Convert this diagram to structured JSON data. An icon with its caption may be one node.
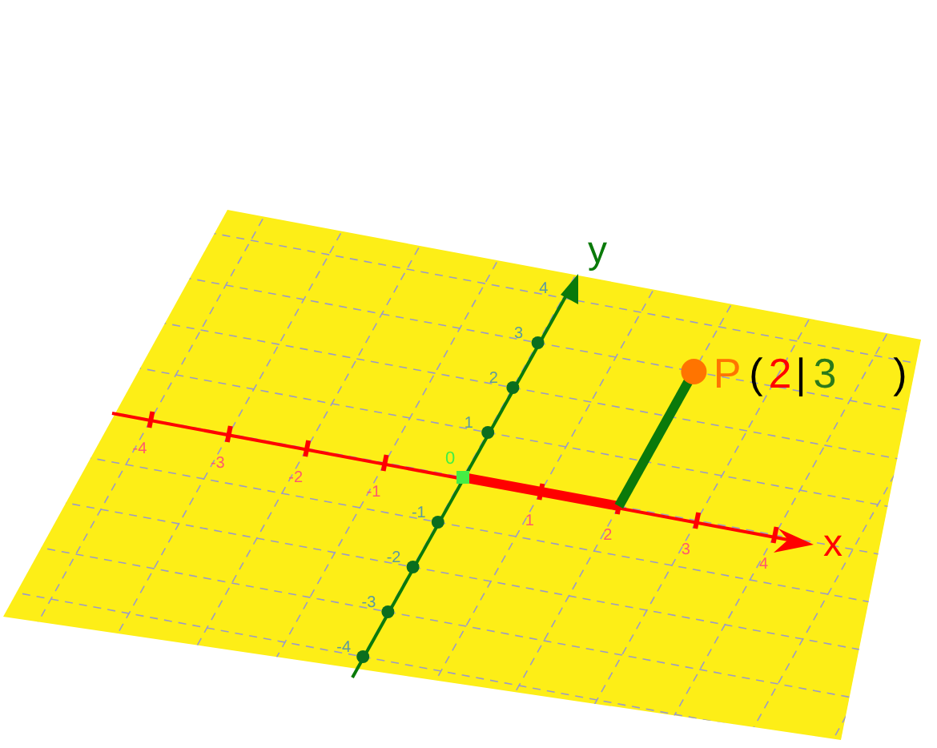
{
  "diagram": {
    "labels": [
      "y",
      "P",
      "(",
      "2",
      "|",
      "3",
      ")",
      "x",
      "4",
      "3",
      "2",
      "1",
      "0",
      "-1",
      "-2",
      "-3",
      "-4",
      "-4",
      "-3",
      "-2",
      "-1",
      "1",
      "2",
      "3",
      "4"
    ]
  }
}
